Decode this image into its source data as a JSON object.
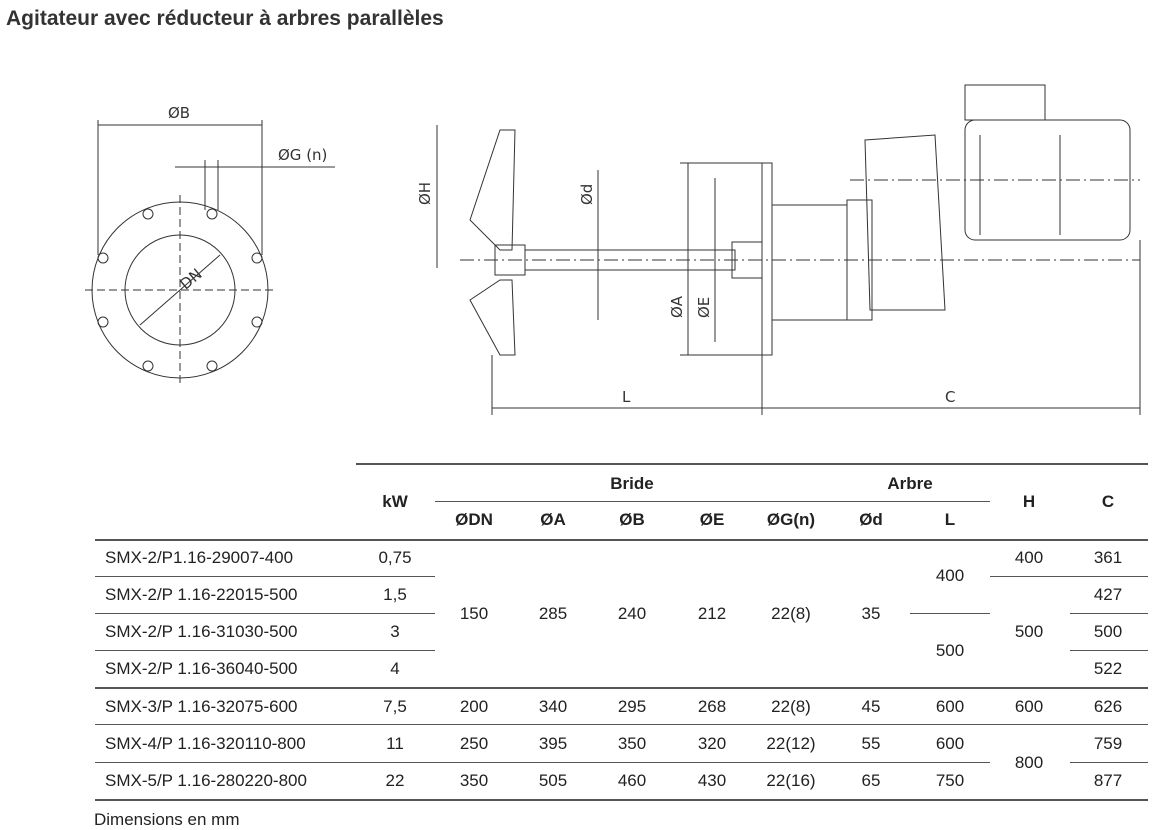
{
  "title": "Agitateur avec réducteur à arbres parallèles",
  "drawing": {
    "phiB": "ØB",
    "phiG": "ØG (n)",
    "dn": "DN",
    "phiH": "ØH",
    "phid": "Ød",
    "phiA": "ØA",
    "phiE": "ØE",
    "L": "L",
    "C": "C"
  },
  "table": {
    "groups": {
      "bride": "Bride",
      "arbre": "Arbre"
    },
    "headers": {
      "kw": "kW",
      "dn": "ØDN",
      "a": "ØA",
      "b": "ØB",
      "e": "ØE",
      "g": "ØG(n)",
      "d": "Ød",
      "l": "L",
      "h": "H",
      "c": "C"
    },
    "models": [
      "SMX-2/P1.16-29007-400",
      "SMX-2/P 1.16-22015-500",
      "SMX-2/P 1.16-31030-500",
      "SMX-2/P 1.16-36040-500",
      "SMX-3/P 1.16-32075-600",
      "SMX-4/P 1.16-320110-800",
      "SMX-5/P 1.16-280220-800"
    ],
    "kw": [
      "0,75",
      "1,5",
      "3",
      "4",
      "7,5",
      "11",
      "22"
    ],
    "group1": {
      "dn": "150",
      "a": "285",
      "b": "240",
      "e": "212",
      "g": "22(8)",
      "d": "35",
      "l": [
        "400",
        "500"
      ],
      "h": [
        "400",
        "500"
      ],
      "c": [
        "361",
        "427",
        "500",
        "522"
      ]
    },
    "row5": {
      "dn": "200",
      "a": "340",
      "b": "295",
      "e": "268",
      "g": "22(8)",
      "d": "45",
      "l": "600",
      "h": "600",
      "c": "626"
    },
    "row6": {
      "dn": "250",
      "a": "395",
      "b": "350",
      "e": "320",
      "g": "22(12)",
      "d": "55",
      "l": "600",
      "c": "759"
    },
    "row7": {
      "dn": "350",
      "a": "505",
      "b": "460",
      "e": "430",
      "g": "22(16)",
      "d": "65",
      "l": "750",
      "c": "877"
    },
    "h67": "800"
  },
  "note": "Dimensions en mm"
}
